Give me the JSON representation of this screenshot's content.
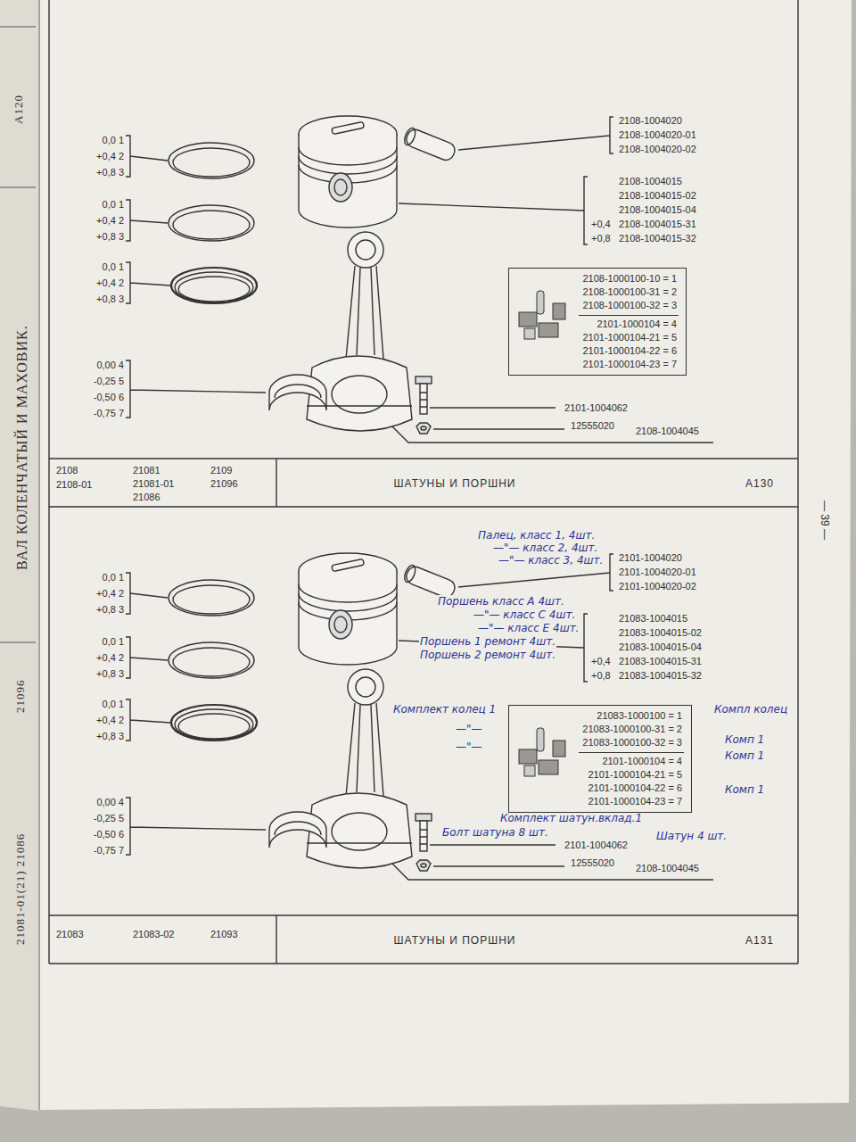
{
  "diagram": {
    "nodes": [
      {
        "text": [
          "2108-1000100-10 = 1",
          "2108-1000100-31 = 2",
          "2108-1000100-32 = 3",
          "2101-1000104 = 4",
          "2101-1000104-21 = 5",
          "2101-1000104-22 = 6",
          "2101-1000104-23 = 7"
        ]
      },
      {
        "text": [
          "21083-1000100 = 1",
          "21083-1000100-31 = 2",
          "21083-1000100-32 = 3",
          "2101-1000104 = 4",
          "2101-1000104-21 = 5",
          "2101-1000104-22 = 6",
          "2101-1000104-23 = 7"
        ]
      }
    ],
    "labels": [
      "А120",
      "ВАЛ КОЛЕНЧАТЫЙ И МАХОВИК.",
      "21096",
      "21081-01(21) 21086",
      "0,0 1",
      "+0,4 2",
      "+0,8 3",
      "0,0 1",
      "+0,4 2",
      "+0,8 3",
      "0,0 1",
      "+0,4 2",
      "+0,8 3",
      "0,00 4",
      "-0,25 5",
      "-0,50 6",
      "-0,75 7",
      "2108-1004020",
      "2108-1004020-01",
      "2108-1004020-02",
      "2108-1004015",
      "2108-1004015-02",
      "2108-1004015-04",
      "+0,4",
      "2108-1004015-31",
      "+0,8",
      "2108-1004015-32",
      "2101-1004062",
      "12555020",
      "2108-1004045",
      "2108",
      "2108-01",
      "21081",
      "21081-01",
      "21086",
      "2109",
      "21096",
      "ШАТУНЫ И ПОРШНИ",
      "А130",
      "— 39 —",
      "0,0 1",
      "+0,4 2",
      "+0,8 3",
      "0,0 1",
      "+0,4 2",
      "+0,8 3",
      "0,0 1",
      "+0,4 2",
      "+0,8 3",
      "0,00 4",
      "-0,25 5",
      "-0,50 6",
      "-0,75 7",
      "2101-1004020",
      "2101-1004020-01",
      "2101-1004020-02",
      "21083-1004015",
      "21083-1004015-02",
      "21083-1004015-04",
      "+0,4",
      "21083-1004015-31",
      "+0,8",
      "21083-1004015-32",
      "2101-1004062",
      "12555020",
      "2108-1004045",
      "21083",
      "21083-02",
      "21093",
      "ШАТУНЫ И ПОРШНИ",
      "А131",
      "Палец, класс 1, 4шт.",
      "—\"— класс 2, 4шт.",
      "—\"— класс 3, 4шт.",
      "Поршень класс А 4шт.",
      "—\"— класс С 4шт.",
      "—\"— класс Е 4шт.",
      "Поршень 1 ремонт 4шт.",
      "Поршень 2 ремонт 4шт.",
      "Комплект колец 1",
      "—\"—",
      "—\"—",
      "Комплект шатун.вклад.1",
      "Болт шатуна 8 шт.",
      "Шатун 4 шт.",
      "Компл колец",
      "Комп 1",
      "Комп 1",
      "Комп 1"
    ]
  }
}
